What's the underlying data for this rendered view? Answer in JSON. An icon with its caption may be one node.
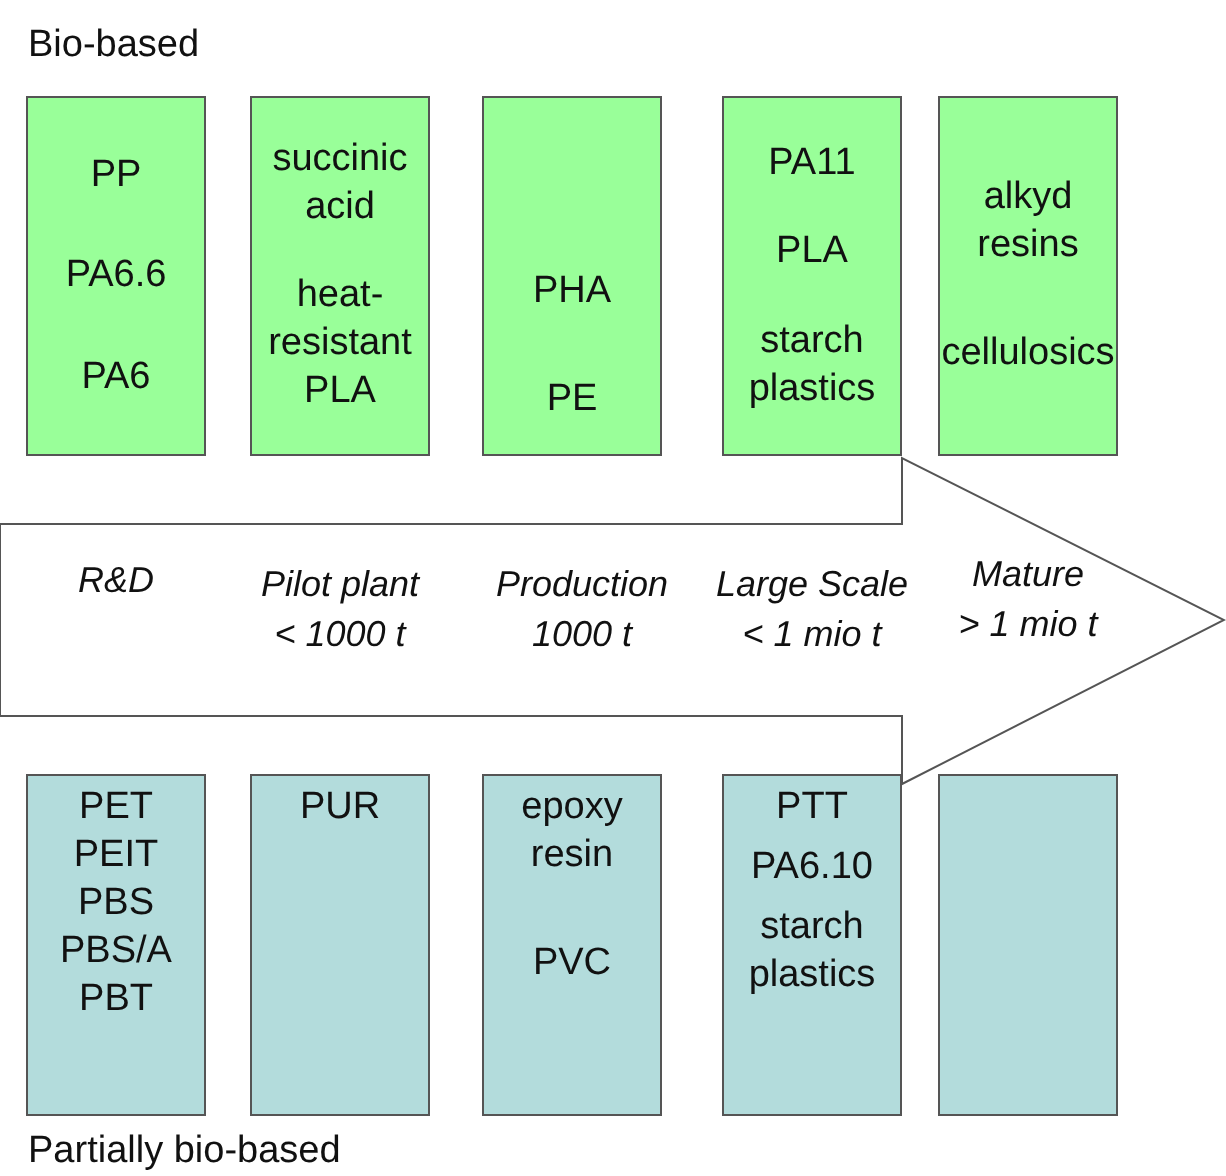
{
  "diagram": {
    "nodes": [
      {
        "text": [
          "PP",
          "PA6.6",
          "PA6"
        ]
      },
      {
        "text": [
          "succinic acid",
          "heat-resistant PLA"
        ]
      },
      {
        "text": [
          "PHA",
          "PE"
        ]
      },
      {
        "text": [
          "PA11",
          "PLA",
          "starch plastics"
        ]
      },
      {
        "text": [
          "alkyd resins",
          "cellulosics"
        ]
      },
      {
        "text": [
          "R&D",
          "Pilot plant < 1000 t",
          "Production 1000 t",
          "Large Scale < 1 mio t",
          "Mature > 1 mio t"
        ]
      },
      {
        "text": [
          "PET",
          "PEIT",
          "PBS",
          "PBS/A",
          "PBT"
        ]
      },
      {
        "text": [
          "PUR"
        ]
      },
      {
        "text": [
          "epoxy resin",
          "PVC"
        ]
      },
      {
        "text": [
          "PTT",
          "PA6.10",
          "starch plastics"
        ]
      },
      {
        "text": [],
        "shape": "box"
      }
    ],
    "edges": [],
    "labels": [
      "Bio-based",
      "Partially bio-based"
    ]
  }
}
